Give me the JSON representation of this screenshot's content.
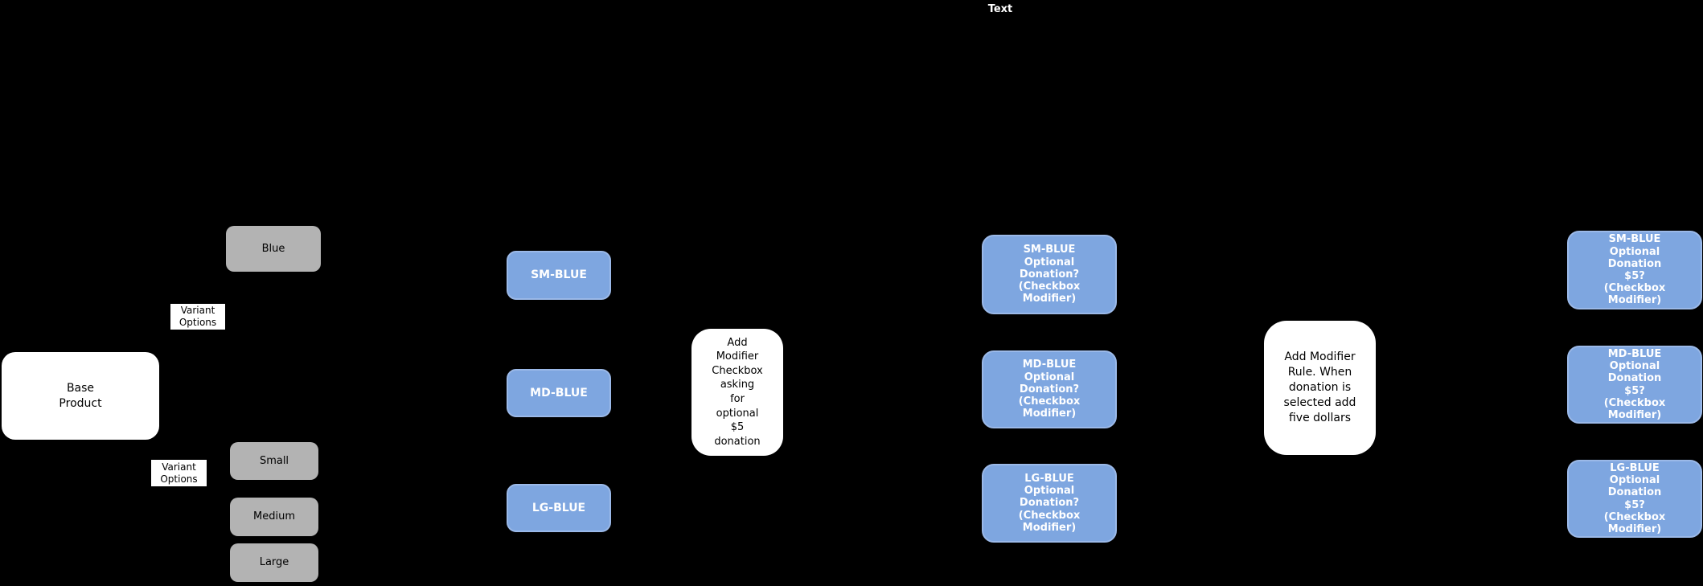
{
  "colors": {
    "background": "#000000",
    "gray_fill": "#b3b3b3",
    "blue_fill": "#7ea6e0",
    "white_fill": "#ffffff",
    "blue_text": "#ffffff",
    "dark_text": "#000000"
  },
  "top_label": "Text",
  "base_product": {
    "label": "Base\nProduct"
  },
  "variant_options_labels": [
    {
      "label": "Variant\nOptions"
    },
    {
      "label": "Variant\nOptions"
    }
  ],
  "color_options": [
    {
      "label": "Blue"
    }
  ],
  "size_options": [
    {
      "label": "Small"
    },
    {
      "label": "Medium"
    },
    {
      "label": "Large"
    }
  ],
  "variants": [
    {
      "label": "SM-BLUE"
    },
    {
      "label": "MD-BLUE"
    },
    {
      "label": "LG-BLUE"
    }
  ],
  "modifier_checkbox_note": {
    "label": "Add\nModifier\nCheckbox\nasking\nfor\noptional\n$5\ndonation"
  },
  "variant_modifiers": [
    {
      "label": "SM-BLUE\nOptional\nDonation?\n(Checkbox\nModifier)"
    },
    {
      "label": "MD-BLUE\nOptional\nDonation?\n(Checkbox\nModifier)"
    },
    {
      "label": "LG-BLUE\nOptional\nDonation?\n(Checkbox\nModifier)"
    }
  ],
  "modifier_rule_note": {
    "label": "Add Modifier\nRule. When\ndonation is\nselected add\nfive dollars"
  },
  "variant_modifier_rules": [
    {
      "label": "SM-BLUE\nOptional\nDonation\n$5?\n(Checkbox\nModifier)"
    },
    {
      "label": "MD-BLUE\nOptional\nDonation\n$5?\n(Checkbox\nModifier)"
    },
    {
      "label": "LG-BLUE\nOptional\nDonation\n$5?\n(Checkbox\nModifier)"
    }
  ]
}
